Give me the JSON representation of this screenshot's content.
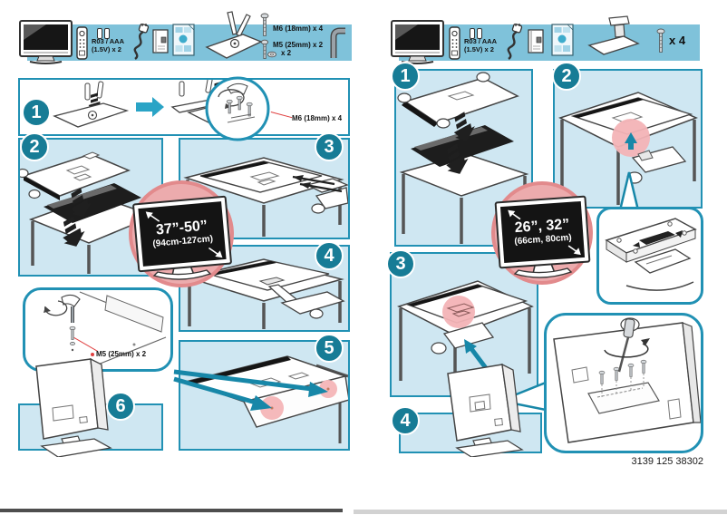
{
  "page": {
    "part_number": "3139 125 38302",
    "colors": {
      "header_blue": "#7fc2da",
      "panel_blue": "#cfe7f2",
      "border_teal": "#2191b4",
      "bubble_teal": "#177c96",
      "arrow_teal": "#1787a8",
      "badge_pink": "#ecabad",
      "highlight_pink": "#f5b9bb",
      "callout_red": "#e04040",
      "screen_black": "#141414"
    }
  },
  "left_sheet": {
    "header": {
      "parts": [
        "tv",
        "remote-control",
        "batteries",
        "power-cord",
        "manual",
        "poster",
        "stand-base",
        "screw-m6",
        "screw-m5",
        "washer",
        "allen-key"
      ],
      "battery_label_line1": "R03 / AAA",
      "battery_label_line2": "(1.5V) x 2",
      "screw_m6_label": "M6 (18mm) x 4",
      "screw_m5_label": "M5 (25mm) x 2",
      "washer_label": "x 2"
    },
    "step_numbers": [
      "1",
      "2",
      "3",
      "4",
      "5",
      "6"
    ],
    "callouts": {
      "m6": "M6 (18mm) x 4",
      "m5": "M5 (25mm) x 2"
    },
    "size_badge": {
      "line1": "37”-50”",
      "line2": "(94cm-127cm)"
    }
  },
  "right_sheet": {
    "header": {
      "parts": [
        "tv",
        "remote-control",
        "batteries",
        "power-cord",
        "manual",
        "poster",
        "stand-with-mount",
        "screw"
      ],
      "battery_label_line1": "R03 / AAA",
      "battery_label_line2": "(1.5V) x 2",
      "screw_count_label": "x 4"
    },
    "step_numbers": [
      "1",
      "2",
      "3",
      "4"
    ],
    "size_badge": {
      "line1": "26”, 32”",
      "line2": "(66cm, 80cm)"
    }
  }
}
